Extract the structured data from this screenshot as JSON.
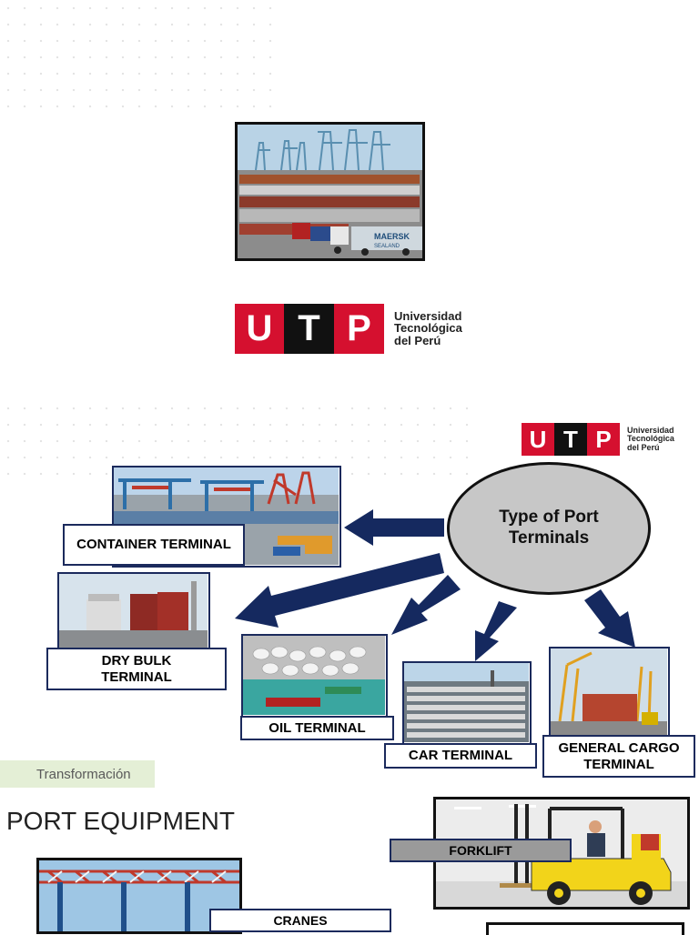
{
  "top_logo": {
    "letters": [
      "U",
      "T",
      "P"
    ],
    "text_lines": [
      "Universidad",
      "Tecnológica",
      "del Perú"
    ]
  },
  "slide2": {
    "logo": {
      "letters": [
        "U",
        "T",
        "P"
      ],
      "text_lines": [
        "Universidad",
        "Tecnológica",
        "del Perú"
      ]
    },
    "center_title": "Type of Port Terminals",
    "labels": {
      "container": "CONTAINER TERMINAL",
      "dry_bulk": "DRY BULK TERMINAL",
      "oil": "OIL TERMINAL",
      "car": "CAR TERMINAL",
      "general_cargo": "GENERAL CARGO TERMINAL"
    },
    "footer_tag": "Transformación"
  },
  "slide3": {
    "title": "PORT EQUIPMENT",
    "labels": {
      "forklift": "FORKLIFT",
      "cranes": "CRANES"
    }
  },
  "colors": {
    "utp_red": "#d5102f",
    "utp_black": "#111111",
    "arrow_navy": "#15295f",
    "label_border": "#1b2a5c",
    "ellipse_fill": "#c7c7c7",
    "tag_bg": "#e4efd6"
  },
  "maersk_text": "MAERSK SEALAND"
}
